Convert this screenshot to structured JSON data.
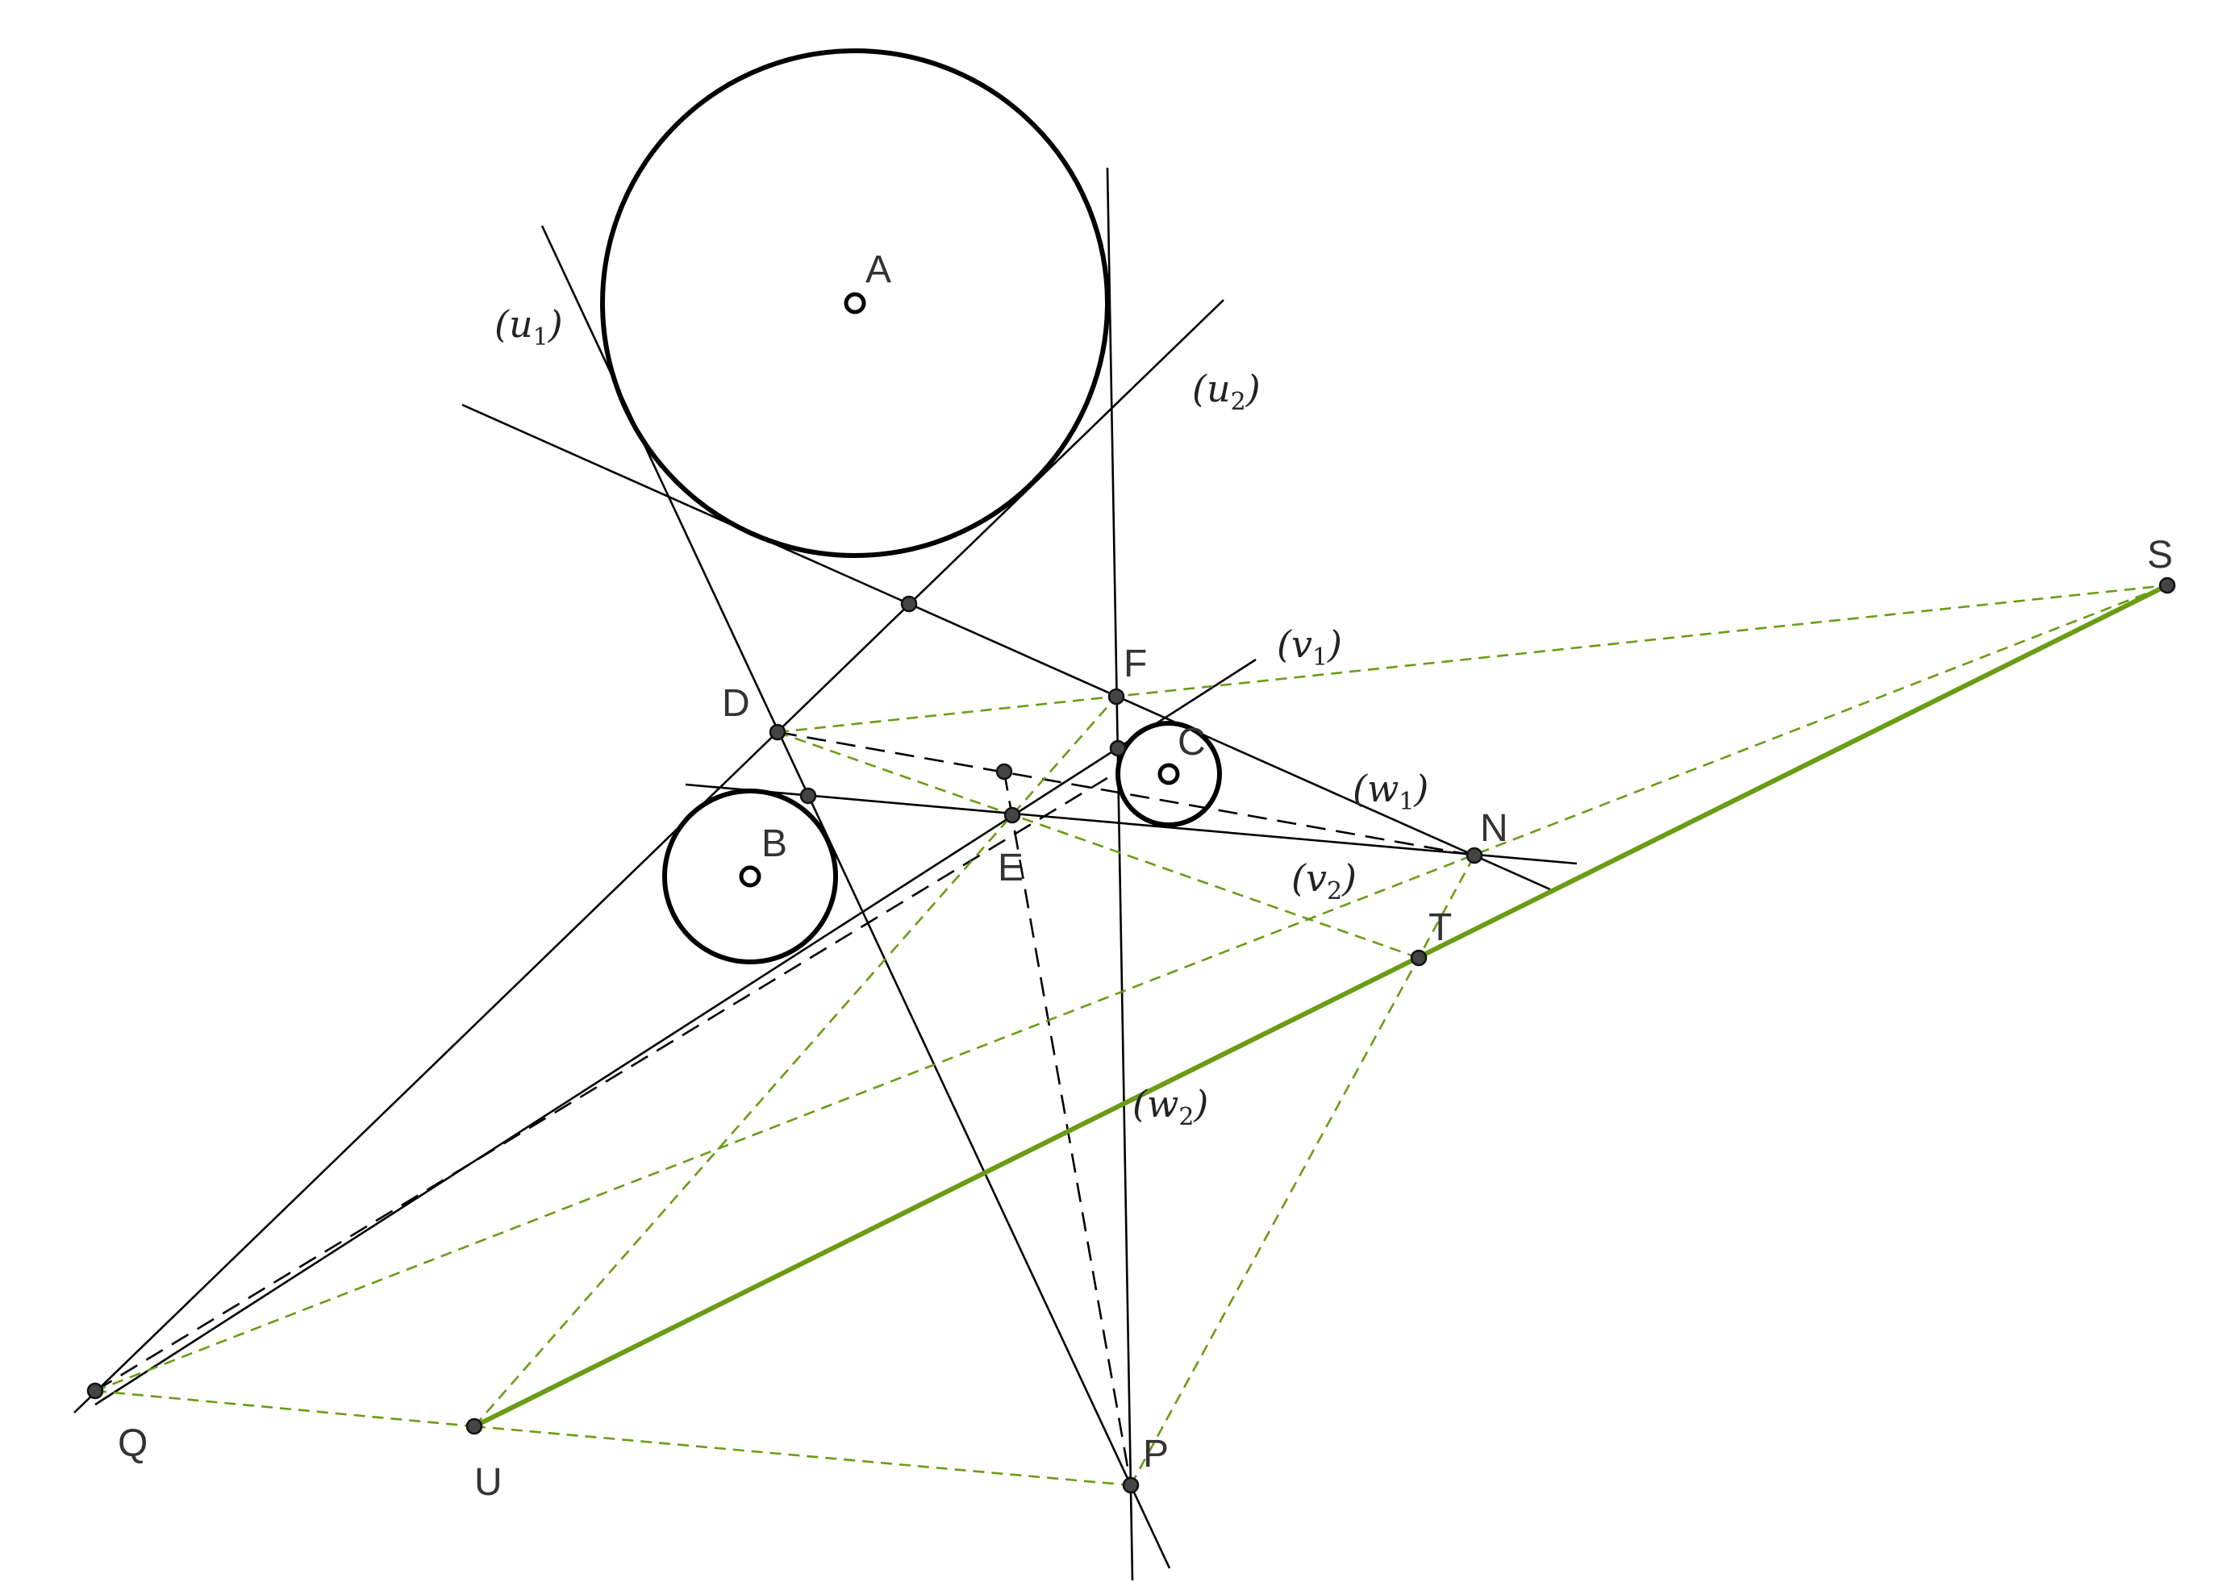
{
  "colors": {
    "ink": "#000000",
    "point_fill": "#444444",
    "label": "#333333",
    "accent_green": "#6a9c14",
    "dashed_green": "#6a9c14"
  },
  "points": {
    "A": "A",
    "B": "B",
    "C": "C",
    "D": "D",
    "E": "E",
    "F": "F",
    "N": "N",
    "P": "P",
    "Q": "Q",
    "S": "S",
    "T": "T",
    "U": "U"
  },
  "lines": {
    "u1": {
      "name": "u",
      "sub": "1"
    },
    "u2": {
      "name": "u",
      "sub": "2"
    },
    "v1": {
      "name": "v",
      "sub": "1"
    },
    "v2": {
      "name": "v",
      "sub": "2"
    },
    "w1": {
      "name": "w",
      "sub": "1"
    },
    "w2": {
      "name": "w",
      "sub": "2"
    }
  }
}
